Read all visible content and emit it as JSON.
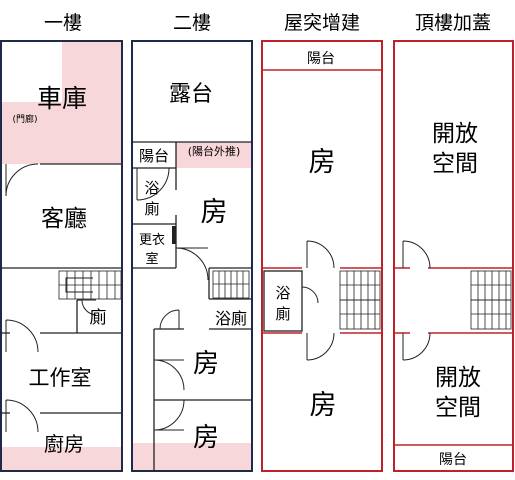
{
  "floors": [
    {
      "title": "一樓",
      "rooms": {
        "garage": "車庫",
        "porch": "(門廊)",
        "living": "客廳",
        "bath": "廁",
        "workroom": "工作室",
        "kitchen": "廚房"
      }
    },
    {
      "title": "二樓",
      "rooms": {
        "terrace": "露台",
        "balcony": "陽台",
        "balcony_ext": "(陽台外推)",
        "bath_a": "浴",
        "bath_b": "廁",
        "room1": "房",
        "dressing_a": "更衣",
        "dressing_b": "室",
        "bathroom": "浴廁",
        "room2": "房",
        "room3": "房"
      }
    },
    {
      "title": "屋突增建",
      "rooms": {
        "balcony": "陽台",
        "room1": "房",
        "bath_a": "浴",
        "bath_b": "廁",
        "room2": "房"
      }
    },
    {
      "title": "頂樓加蓋",
      "rooms": {
        "open_a": "開放",
        "open_b": "空間",
        "open2_a": "開放",
        "open2_b": "空間",
        "balcony": "陽台"
      }
    }
  ],
  "colors": {
    "existing_wall": "#1e2a4a",
    "addition_wall": "#c0202a",
    "highlight": "#f8d7da",
    "line": "#222222"
  }
}
